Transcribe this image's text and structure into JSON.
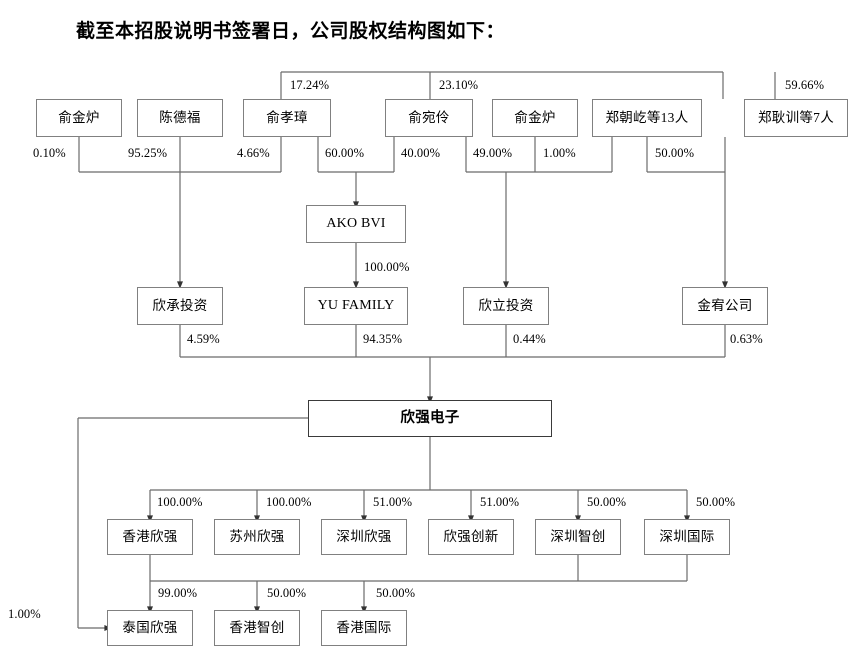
{
  "title": "截至本招股说明书签署日，公司股权结构图如下：",
  "nodes": {
    "row1": [
      {
        "id": "yu-jinlu-1",
        "label": "俞金炉"
      },
      {
        "id": "chen-defu",
        "label": "陈德福"
      },
      {
        "id": "yu-xiaozhang",
        "label": "俞孝璋"
      },
      {
        "id": "yu-wanling",
        "label": "俞宛伶"
      },
      {
        "id": "yu-jinlu-2",
        "label": "俞金炉"
      },
      {
        "id": "zheng-chaoyi",
        "label": "郑朝屹等13人"
      },
      {
        "id": "zheng-gengxun",
        "label": "郑耿训等7人"
      }
    ],
    "row2": [
      {
        "id": "ako-bvi",
        "label": "AKO BVI"
      }
    ],
    "row3": [
      {
        "id": "xincheng-investment",
        "label": "欣承投资"
      },
      {
        "id": "yu-family",
        "label": "YU FAMILY"
      },
      {
        "id": "xinli-investment",
        "label": "欣立投资"
      },
      {
        "id": "jinyou-company",
        "label": "金宥公司"
      }
    ],
    "row4": [
      {
        "id": "xinqiang-electronics",
        "label": "欣强电子"
      }
    ],
    "row5": [
      {
        "id": "hongkong-xinqiang",
        "label": "香港欣强"
      },
      {
        "id": "suzhou-xinqiang",
        "label": "苏州欣强"
      },
      {
        "id": "shenzhen-xinqiang",
        "label": "深圳欣强"
      },
      {
        "id": "xinqiang-innovation",
        "label": "欣强创新"
      },
      {
        "id": "shenzhen-zhichuang",
        "label": "深圳智创"
      },
      {
        "id": "shenzhen-international",
        "label": "深圳国际"
      }
    ],
    "row6": [
      {
        "id": "thailand-xinqiang",
        "label": "泰国欣强"
      },
      {
        "id": "hongkong-zhichuang",
        "label": "香港智创"
      },
      {
        "id": "hongkong-international",
        "label": "香港国际"
      }
    ]
  },
  "percentages": {
    "top_bus": [
      {
        "id": "pct-17-24",
        "value": "17.24%",
        "from": "AKO BVI bus",
        "to": "俞孝璋"
      },
      {
        "id": "pct-23-10",
        "value": "23.10%",
        "from": "AKO BVI bus",
        "to": "俞宛伶"
      },
      {
        "id": "pct-59-66",
        "value": "59.66%",
        "from": "金宥公司 bus",
        "to": "郑耿训等7人"
      }
    ],
    "row1_out": [
      {
        "id": "pct-0-10",
        "value": "0.10%",
        "from": "俞金炉",
        "to": "欣承投资"
      },
      {
        "id": "pct-95-25",
        "value": "95.25%",
        "from": "陈德福",
        "to": "欣承投资"
      },
      {
        "id": "pct-4-66",
        "value": "4.66%",
        "from": "俞孝璋",
        "to": "欣承投资"
      },
      {
        "id": "pct-60-00",
        "value": "60.00%",
        "from": "俞孝璋",
        "to": "AKO BVI"
      },
      {
        "id": "pct-40-00",
        "value": "40.00%",
        "from": "俞宛伶",
        "to": "AKO BVI"
      },
      {
        "id": "pct-49-00",
        "value": "49.00%",
        "from": "俞宛伶",
        "to": "欣立投资"
      },
      {
        "id": "pct-1-00-top",
        "value": "1.00%",
        "from": "俞金炉",
        "to": "欣立投资"
      },
      {
        "id": "pct-50-00-zheng",
        "value": "50.00%",
        "from": "郑朝屹等13人",
        "to": "金宥公司"
      }
    ],
    "ako_out": [
      {
        "id": "pct-100-00-ako",
        "value": "100.00%",
        "from": "AKO BVI",
        "to": "YU FAMILY"
      }
    ],
    "row3_out": [
      {
        "id": "pct-4-59",
        "value": "4.59%",
        "from": "欣承投资",
        "to": "欣强电子"
      },
      {
        "id": "pct-94-35",
        "value": "94.35%",
        "from": "YU FAMILY",
        "to": "欣强电子"
      },
      {
        "id": "pct-0-44",
        "value": "0.44%",
        "from": "欣立投资",
        "to": "欣强电子"
      },
      {
        "id": "pct-0-63",
        "value": "0.63%",
        "from": "金宥公司",
        "to": "欣强电子"
      }
    ],
    "row5_in": [
      {
        "id": "pct-100-00-hk",
        "value": "100.00%",
        "from": "欣强电子",
        "to": "香港欣强"
      },
      {
        "id": "pct-100-00-sz",
        "value": "100.00%",
        "from": "欣强电子",
        "to": "苏州欣强"
      },
      {
        "id": "pct-51-00-szxq",
        "value": "51.00%",
        "from": "欣强电子",
        "to": "深圳欣强"
      },
      {
        "id": "pct-51-00-cx",
        "value": "51.00%",
        "from": "欣强电子",
        "to": "欣强创新"
      },
      {
        "id": "pct-50-00-zc",
        "value": "50.00%",
        "from": "欣强电子",
        "to": "深圳智创"
      },
      {
        "id": "pct-50-00-gj",
        "value": "50.00%",
        "from": "欣强电子",
        "to": "深圳国际"
      }
    ],
    "row6_in": [
      {
        "id": "pct-1-00-bottom",
        "value": "1.00%",
        "from": "欣强电子",
        "to": "泰国欣强"
      },
      {
        "id": "pct-99-00",
        "value": "99.00%",
        "from": "香港欣强",
        "to": "泰国欣强"
      },
      {
        "id": "pct-50-00-hkzc",
        "value": "50.00%",
        "from": "深圳智创",
        "to": "香港智创"
      },
      {
        "id": "pct-50-00-hkgj",
        "value": "50.00%",
        "from": "深圳国际",
        "to": "香港国际"
      }
    ]
  },
  "colors": {
    "box_border": "#808080",
    "main_box_border": "#3a3a3a",
    "line": "#555555",
    "background": "#ffffff",
    "text": "#000000"
  }
}
